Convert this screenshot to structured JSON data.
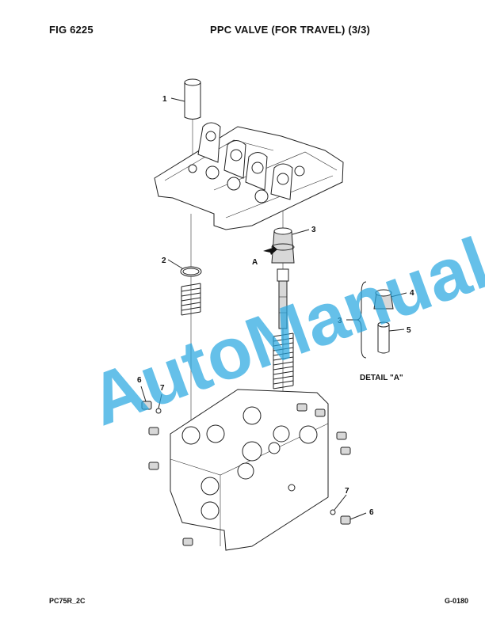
{
  "header": {
    "fig_label": "FIG    6225",
    "title": "PPC VALVE (FOR TRAVEL) (3/3)"
  },
  "callouts": {
    "c1": "1",
    "c2": "2",
    "c3": "3",
    "c3_detail": "3",
    "c4": "4",
    "c5": "5",
    "c6_left": "6",
    "c6_right": "6",
    "c7_left": "7",
    "c7_right": "7",
    "arrow_a": "A"
  },
  "detail_label": "DETAIL \"A\"",
  "watermark": "AutoManual",
  "footer": {
    "left": "PC75R_2C",
    "right": "G-0180"
  },
  "colors": {
    "watermark": "#29a8e0",
    "line": "#222222"
  }
}
